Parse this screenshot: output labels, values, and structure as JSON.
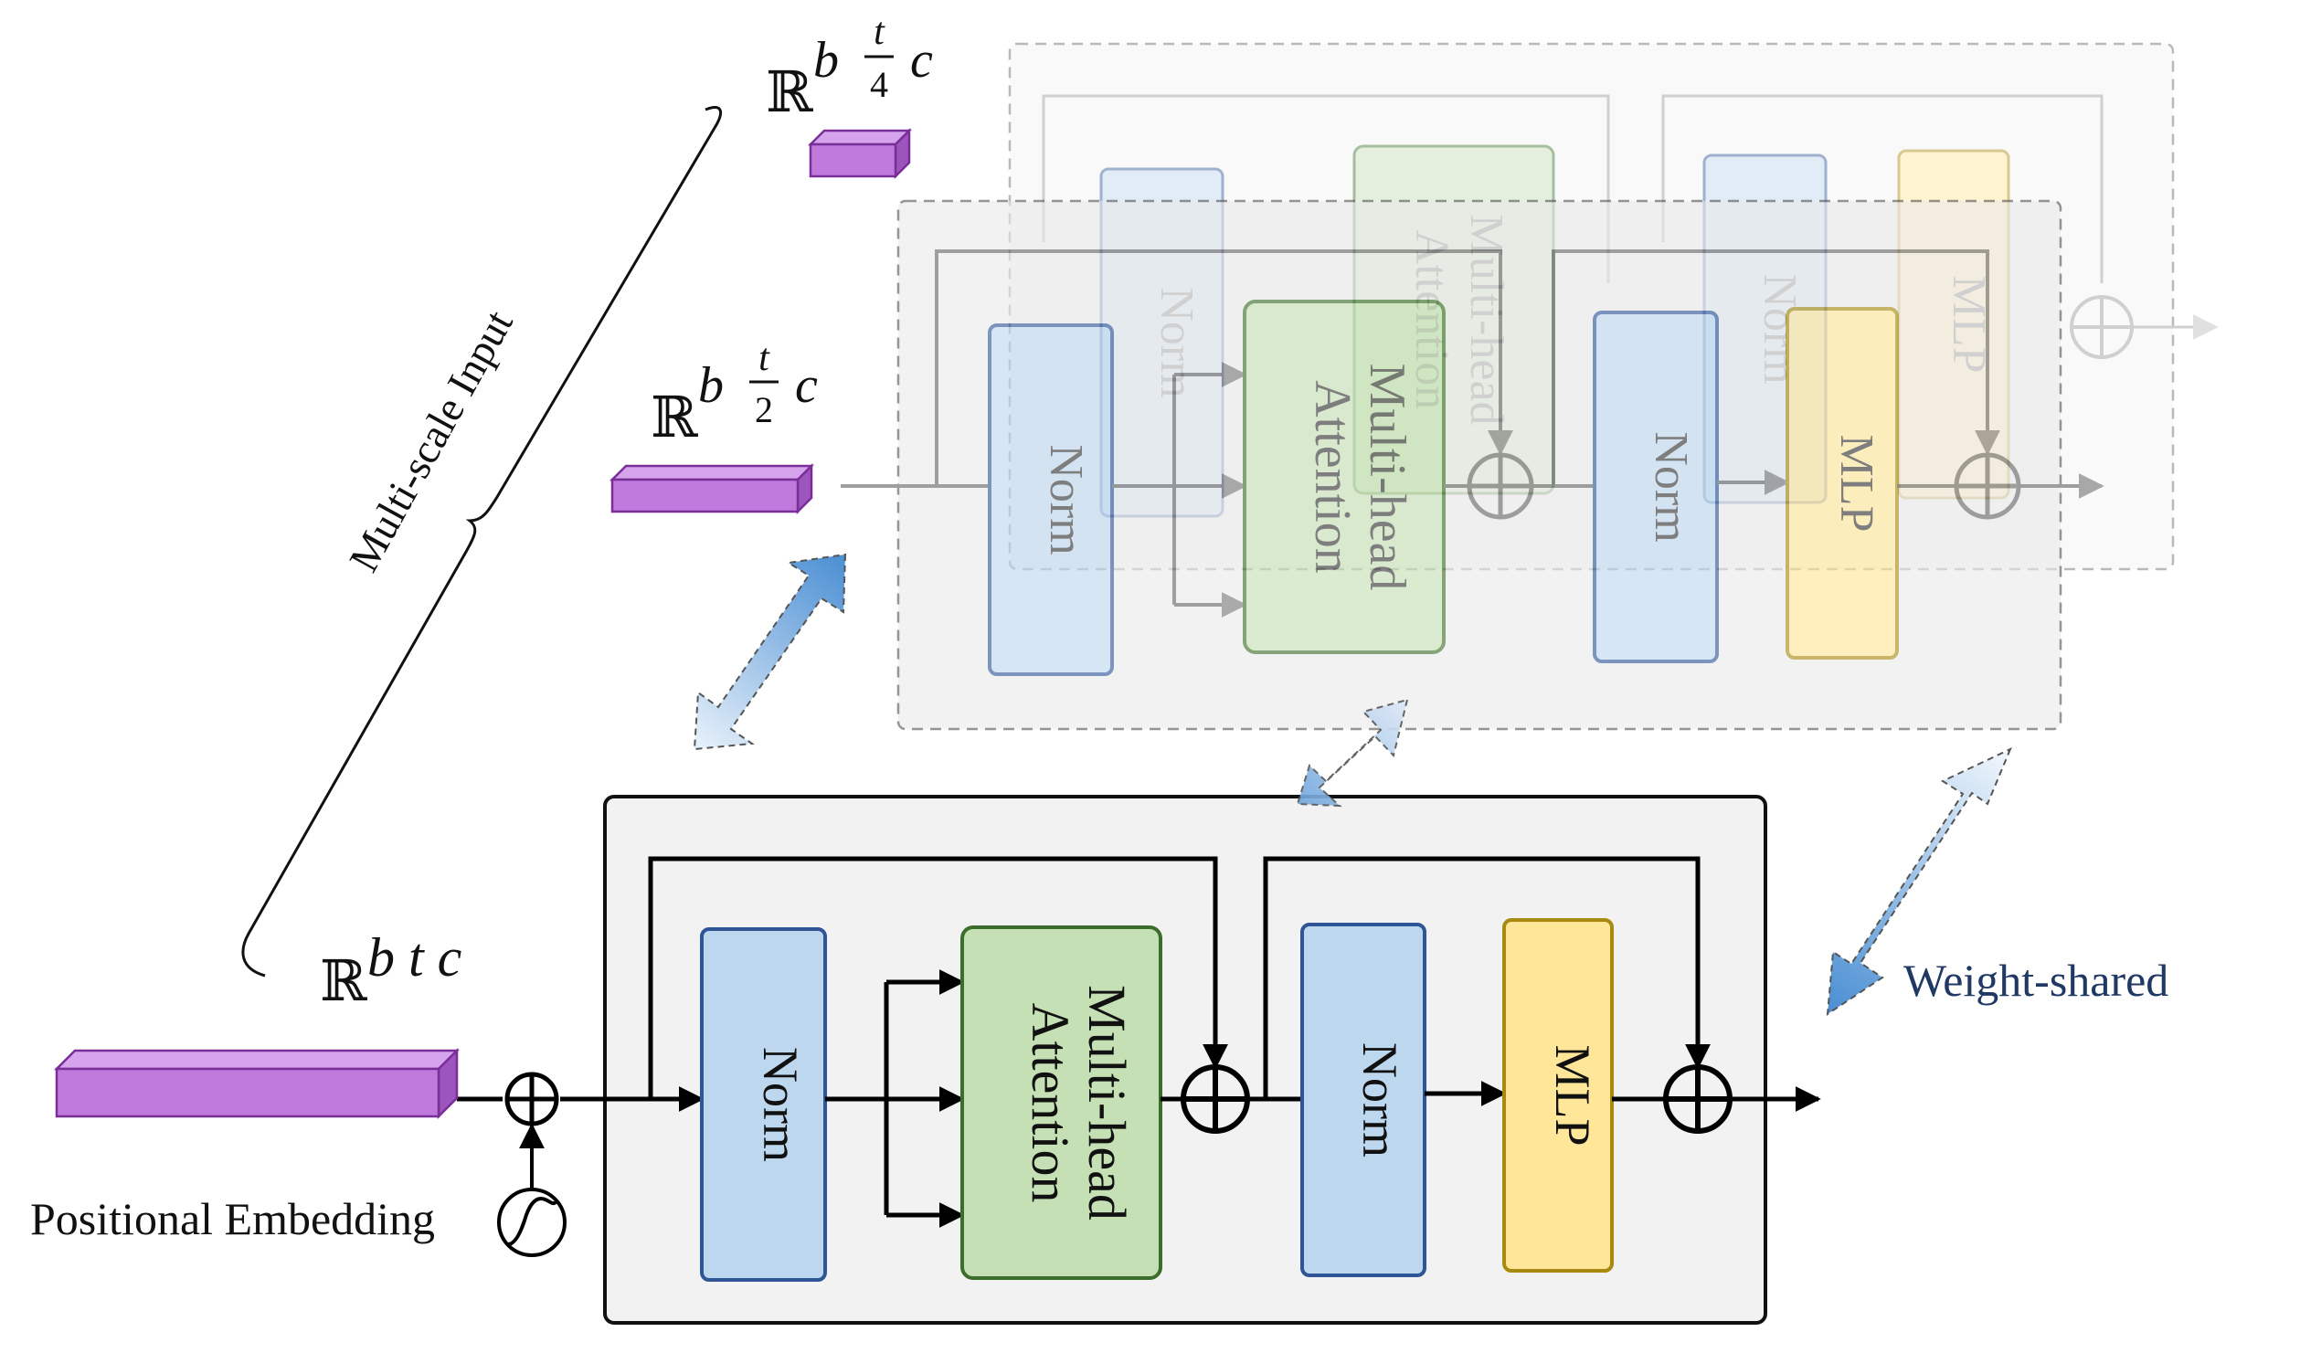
{
  "shapes": {
    "full": {
      "base": "ℝ",
      "sup": "b t c"
    },
    "half": {
      "base": "ℝ",
      "sup_b": "b",
      "num": "t",
      "den": "2",
      "sup_c": "c"
    },
    "quarter": {
      "base": "ℝ",
      "sup_b": "b",
      "num": "t",
      "den": "4",
      "sup_c": "c"
    }
  },
  "labels": {
    "multi_scale_input": "Multi-scale Input",
    "positional_embedding": "Positional Embedding",
    "weight_shared": "Weight-shared"
  },
  "block": {
    "norm": "Norm",
    "attention_line1": "Multi-head",
    "attention_line2": "Attention",
    "mlp": "MLP"
  },
  "colors": {
    "tensor_fill": "#c07ade",
    "tensor_stroke": "#7a2f98",
    "norm_fill": "#bdd7ee",
    "norm_stroke": "#2f5597",
    "attention_fill": "#c5e0b4",
    "attention_stroke": "#3b6e2a",
    "mlp_fill": "#ffe699",
    "mlp_stroke": "#a98a10",
    "panel_fill": "#f2f2f2",
    "weight_shared_text": "#1f3864",
    "arrow_blue": "#5b9bd5"
  },
  "icons": [
    "sine-wave-icon",
    "add-circle-icon",
    "double-arrow-icon"
  ]
}
